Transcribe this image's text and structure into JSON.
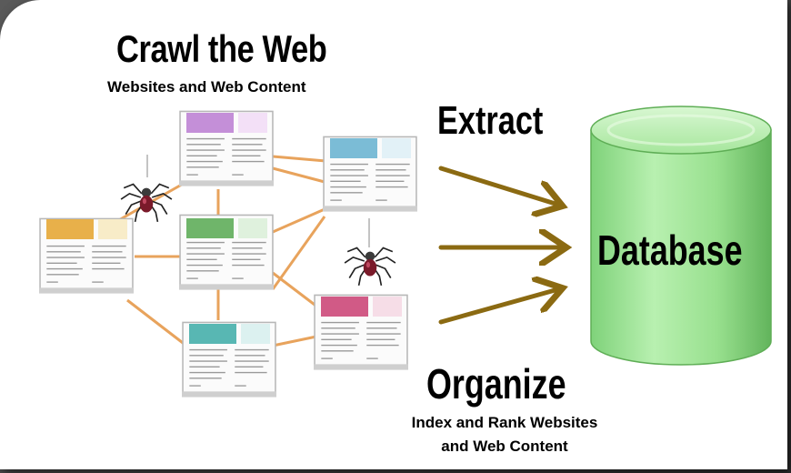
{
  "crawl": {
    "title": "Crawl the Web",
    "subtitle": "Websites and Web Content"
  },
  "extract": {
    "label": "Extract"
  },
  "database": {
    "label": "Database"
  },
  "organize": {
    "title": "Organize",
    "subtitle_line1": "Index and Rank Websites",
    "subtitle_line2": "and Web Content"
  },
  "colors": {
    "link_line": "#e8a35c",
    "arrow": "#8b6a12",
    "database_fill": "#9be08f",
    "database_edge": "#5fae56",
    "page_accents": [
      "#c48fd8",
      "#7bbcd6",
      "#e8b04a",
      "#6fb56a",
      "#58b7b3",
      "#d15a86"
    ]
  },
  "icons": [
    "web-page-icon",
    "spider-icon",
    "database-icon",
    "arrow-icon"
  ]
}
